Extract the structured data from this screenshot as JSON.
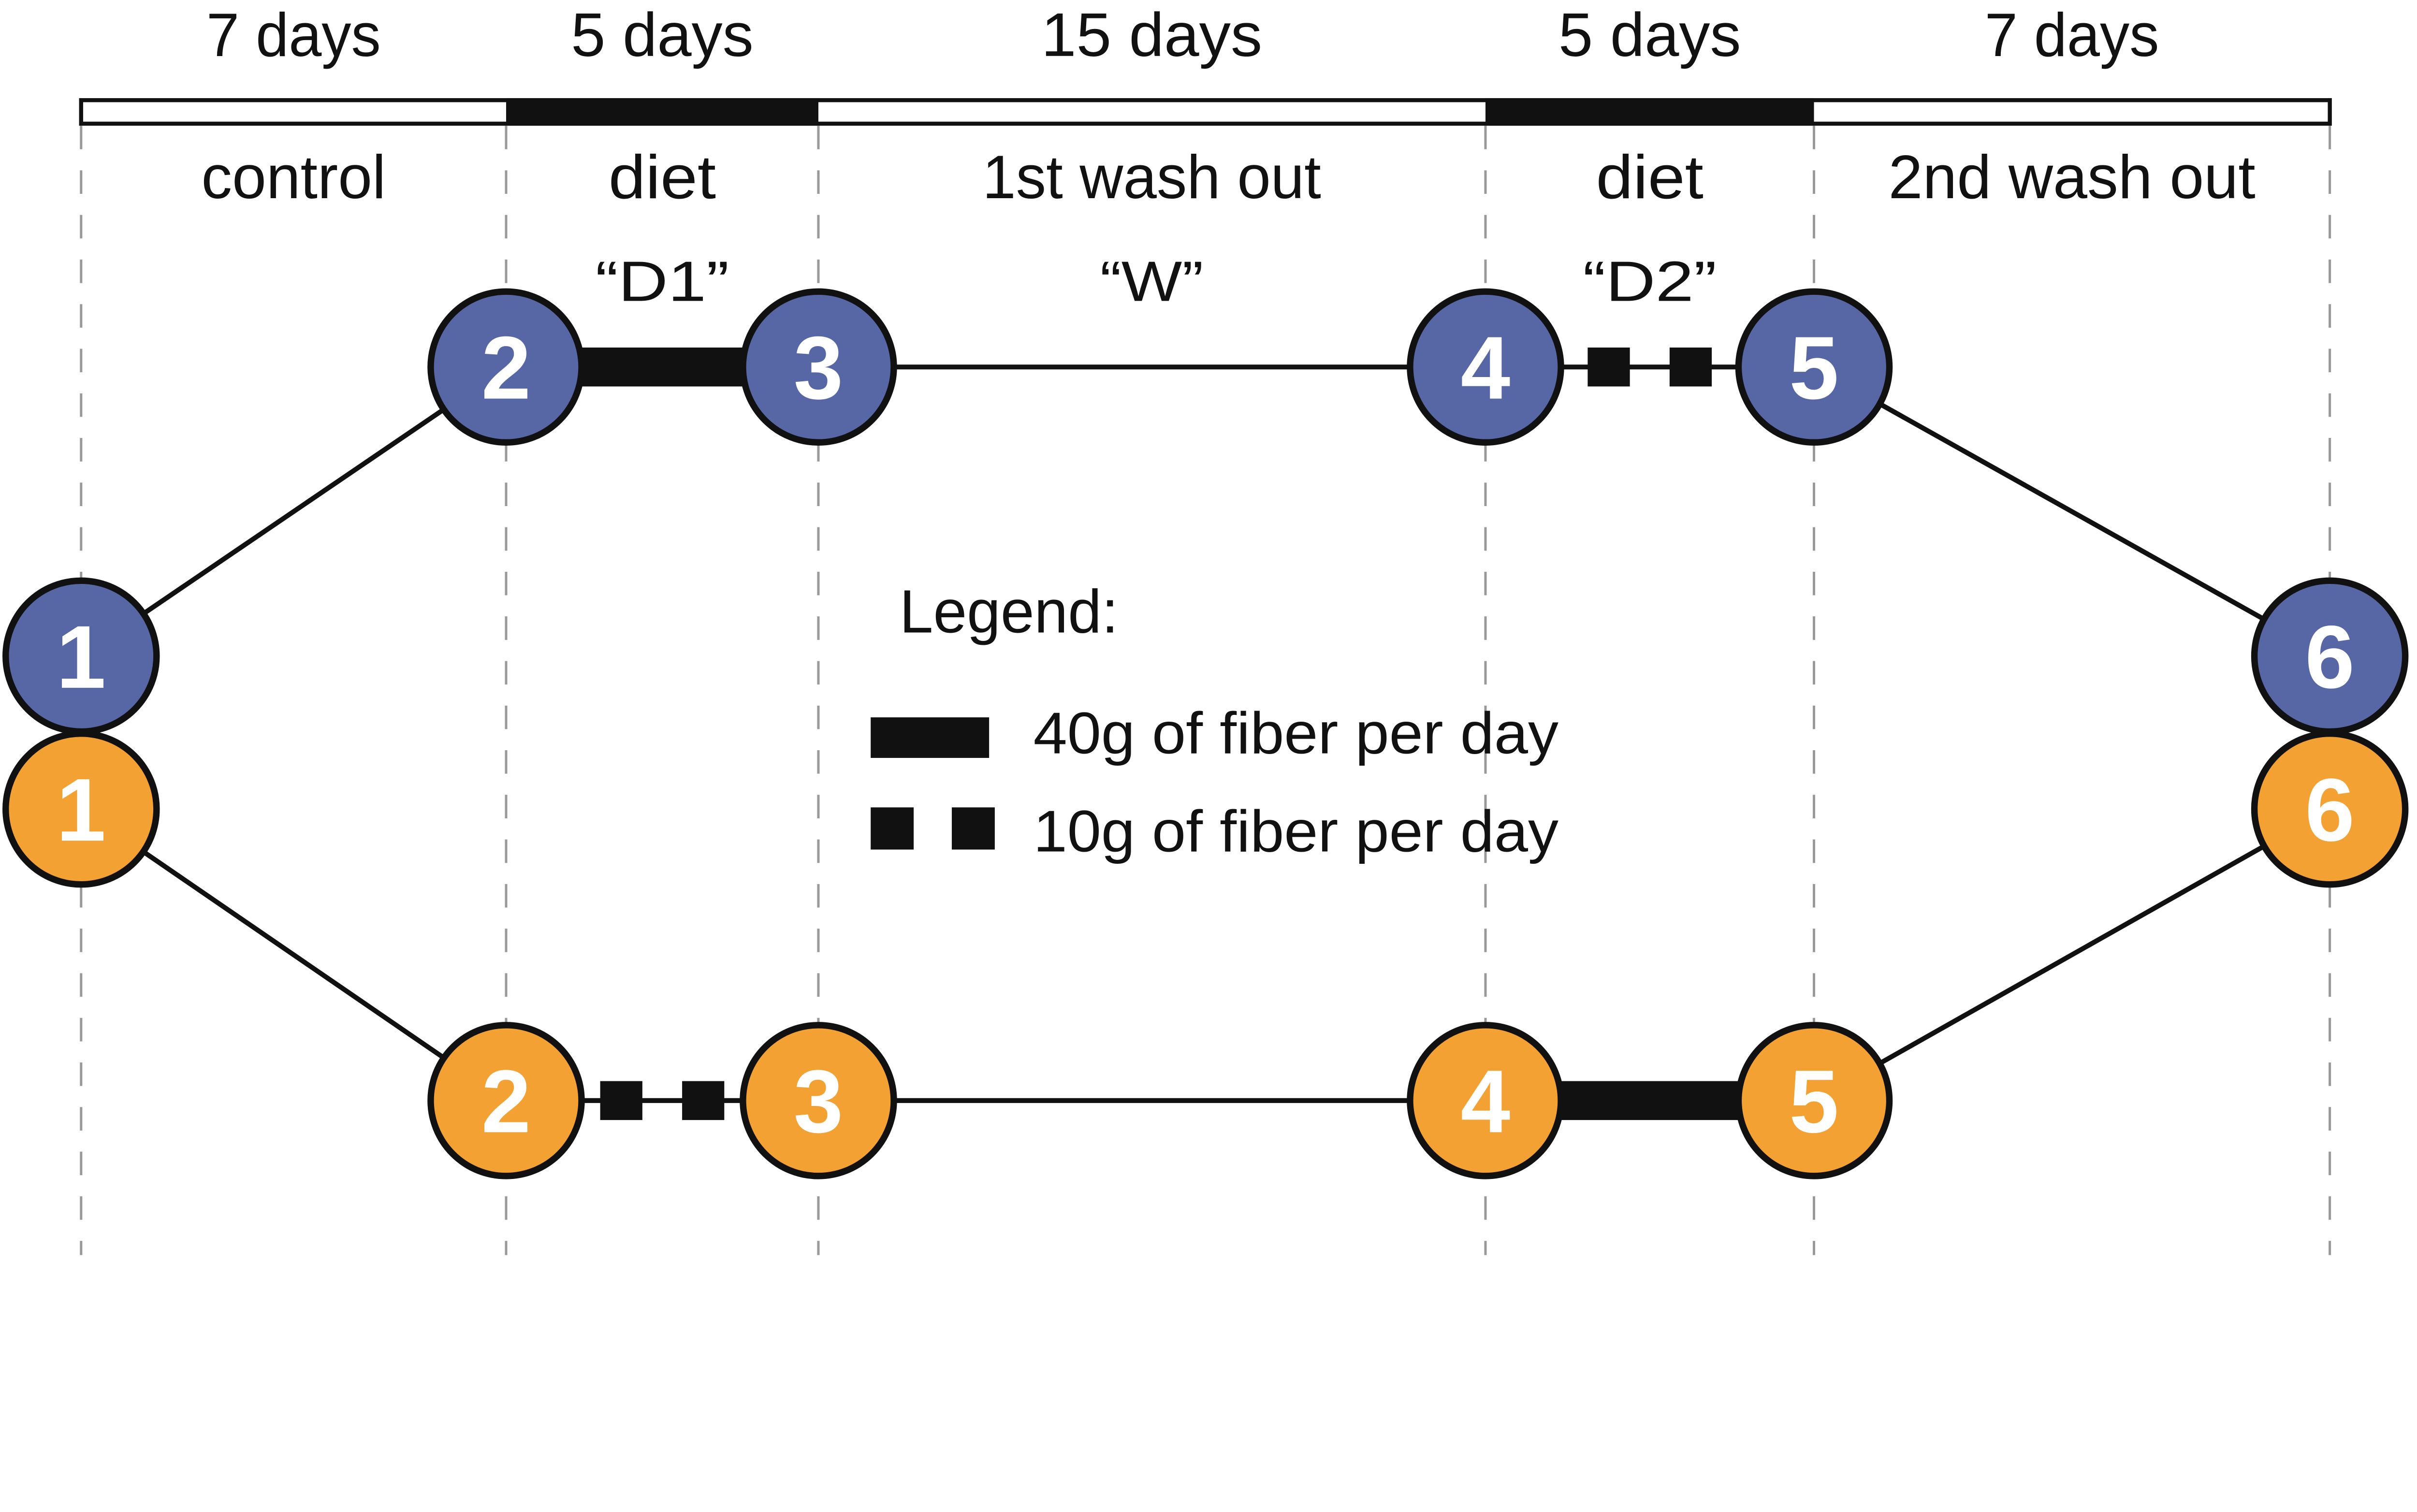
{
  "figure": {
    "type": "crossover-study-design-diagram",
    "colors": {
      "arm_top": "#5767a6",
      "arm_bottom": "#f4a134",
      "line_black": "#111111",
      "boundary_gray": "#999999",
      "node_number_text": "#ffffff"
    }
  },
  "timeline": {
    "segments": [
      {
        "duration": "7 days",
        "phase": "control",
        "code": "",
        "bar_style": "white"
      },
      {
        "duration": "5 days",
        "phase": "diet",
        "code": "“D1”",
        "bar_style": "black"
      },
      {
        "duration": "15 days",
        "phase": "1st wash out",
        "code": "“W”",
        "bar_style": "white"
      },
      {
        "duration": "5 days",
        "phase": "diet",
        "code": "“D2”",
        "bar_style": "black"
      },
      {
        "duration": "7 days",
        "phase": "2nd wash out",
        "code": "",
        "bar_style": "white"
      }
    ]
  },
  "arms": {
    "blue": {
      "color": "#5767a6",
      "nodes": [
        "1",
        "2",
        "3",
        "4",
        "5",
        "6"
      ],
      "diet1_dose": "40g",
      "diet2_dose": "10g"
    },
    "orange": {
      "color": "#f4a134",
      "nodes": [
        "1",
        "2",
        "3",
        "4",
        "5",
        "6"
      ],
      "diet1_dose": "10g",
      "diet2_dose": "40g"
    }
  },
  "legend": {
    "title": "Legend:",
    "items": [
      {
        "symbol": "thick-bar",
        "label": "40g of fiber per day"
      },
      {
        "symbol": "dashed-squares",
        "label": "10g of fiber per day"
      }
    ]
  }
}
